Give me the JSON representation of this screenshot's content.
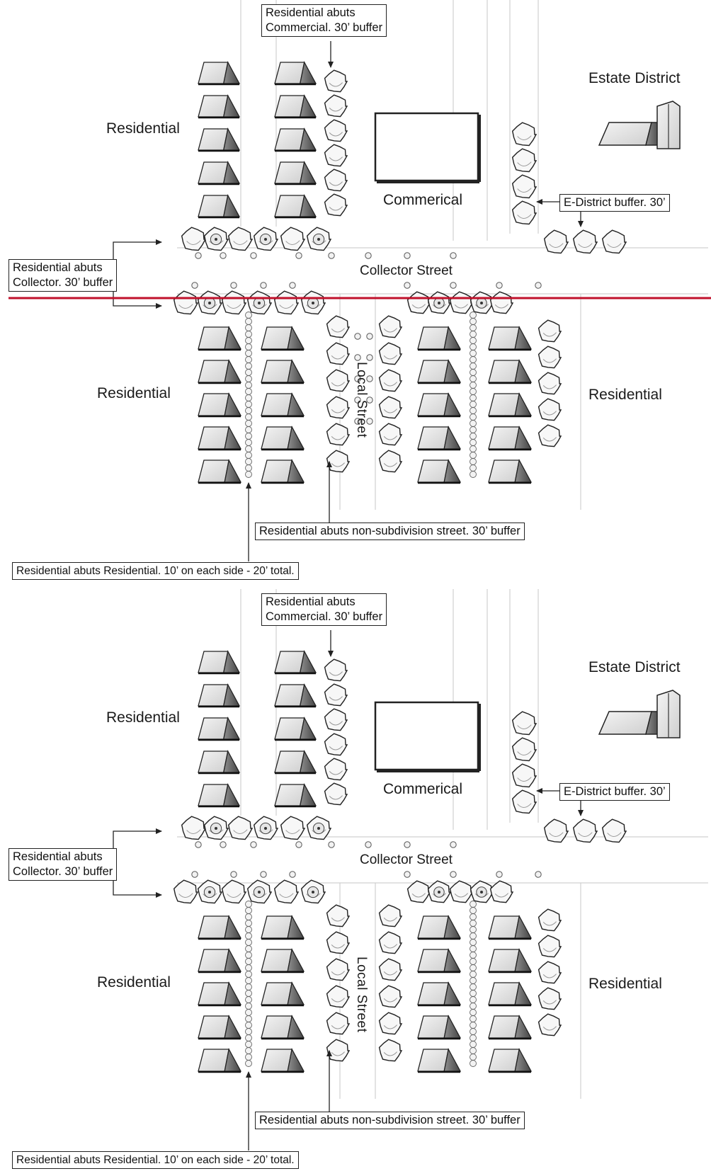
{
  "colors": {
    "divider": "#c0112b",
    "line": "#222222",
    "roof_light": "#f3f3f3",
    "roof_dark": "#9a9a9a",
    "tree_fill": "#f7f7f7"
  },
  "panels": [
    {
      "zones": {
        "residential_nw": "Residential",
        "residential_sw": "Residential",
        "residential_se": "Residential",
        "commercial": "Commerical",
        "estate": "Estate District"
      },
      "streets": {
        "collector": "Collector Street",
        "local": "Local Street"
      },
      "callouts": {
        "res_commercial": "Residential abuts\nCommercial.  30’ buffer",
        "e_district": "E-District  buffer.  30’",
        "res_collector": "Residential abuts\nCollector.  30’ buffer",
        "non_subdivision": "Residential abuts non-subdivision street.  30’ buffer",
        "res_res": "Residential abuts Residential.  10’ on each side - 20’ total."
      }
    },
    {
      "zones": {
        "residential_nw": "Residential",
        "residential_sw": "Residential",
        "residential_se": "Residential",
        "commercial": "Commerical",
        "estate": "Estate District"
      },
      "streets": {
        "collector": "Collector Street",
        "local": "Local Street"
      },
      "callouts": {
        "res_commercial": "Residential abuts\nCommercial.  30’ buffer",
        "e_district": "E-District  buffer.  30’",
        "res_collector": "Residential abuts\nCollector.  30’ buffer",
        "non_subdivision": "Residential abuts non-subdivision street.  30’ buffer",
        "res_res": "Residential abuts Residential.  10’ on each side - 20’ total."
      }
    }
  ]
}
